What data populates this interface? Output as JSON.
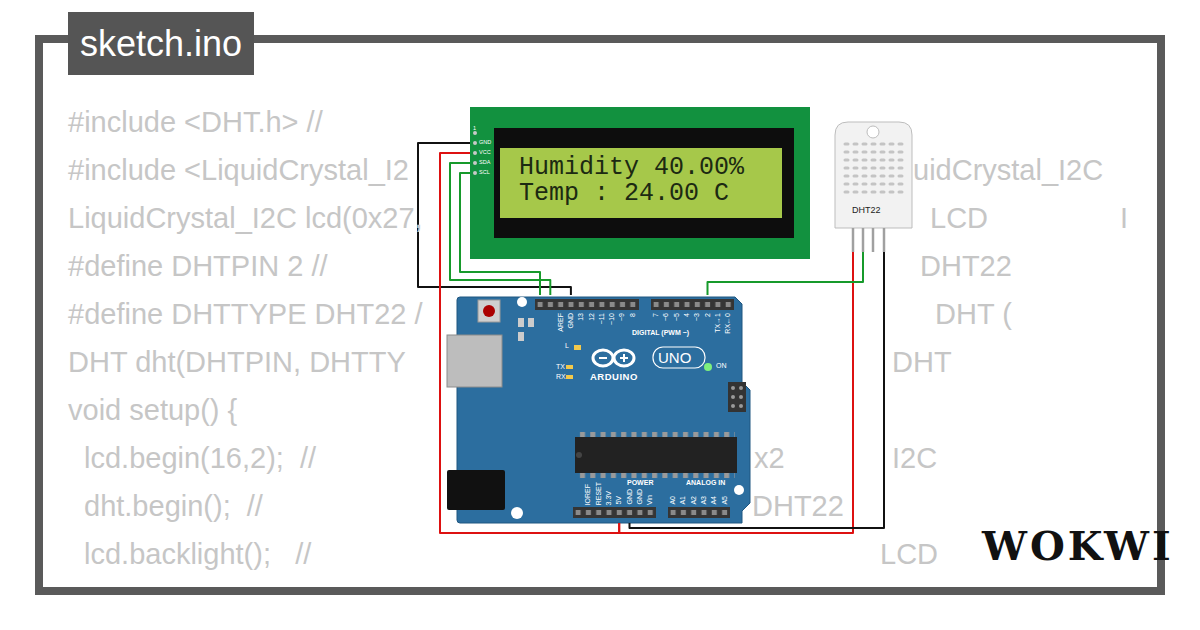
{
  "diagram": {
    "title": "sketch.ino",
    "nodes": [
      {
        "text": [
          "Humidity 40.00%",
          "Temp : 24.00 C",
          "1",
          "GND",
          "VCC",
          "SDA",
          "SCL"
        ]
      },
      {
        "text": [
          "DHT22"
        ]
      },
      {
        "text": [
          "AREF",
          "GND",
          "13",
          "12",
          "~11",
          "~10",
          "~9",
          "8",
          "7",
          "~6",
          "~5",
          "4",
          "~3",
          "2",
          "TX→1",
          "RX←0",
          "DIGITAL (PWM ~)",
          "L",
          "UNO",
          "ARDUINO",
          "ON",
          "TX",
          "RX",
          "IOREF",
          "RESET",
          "3.3V",
          "5V",
          "GND",
          "GND",
          "Vin",
          "POWER",
          "ANALOG IN",
          "A0",
          "A1",
          "A2",
          "A3",
          "A4",
          "A5"
        ]
      }
    ],
    "edges": [
      {
        "from": 0,
        "to": 2,
        "arrow": "none"
      },
      {
        "from": 0,
        "to": 2,
        "arrow": "none"
      },
      {
        "from": 0,
        "to": 2,
        "arrow": "none"
      },
      {
        "from": 0,
        "to": 2,
        "arrow": "none"
      },
      {
        "from": 1,
        "to": 2,
        "arrow": "none"
      },
      {
        "from": 1,
        "to": 2,
        "arrow": "none"
      },
      {
        "from": 1,
        "to": 2,
        "arrow": "none"
      }
    ],
    "labels": [
      "#include <DHT.h> //",
      "#include <LiquidCrystal_I2",
      "uidCrystal_I2C",
      "LiquidCrystal_I2C lcd(0x27,",
      "LCD",
      "I",
      "#define DHTPIN 2 //",
      "DHT22",
      "#define DHTTYPE DHT22 /",
      "DHT (",
      "DHT dht(DHTPIN, DHTTY",
      "DHT",
      "void setup() {",
      "lcd.begin(16,2);  //",
      "x2",
      "I2C",
      "dht.begin();  //",
      "DHT22",
      "lcd.backlight();   //",
      "LCD",
      "WOKWI"
    ]
  }
}
